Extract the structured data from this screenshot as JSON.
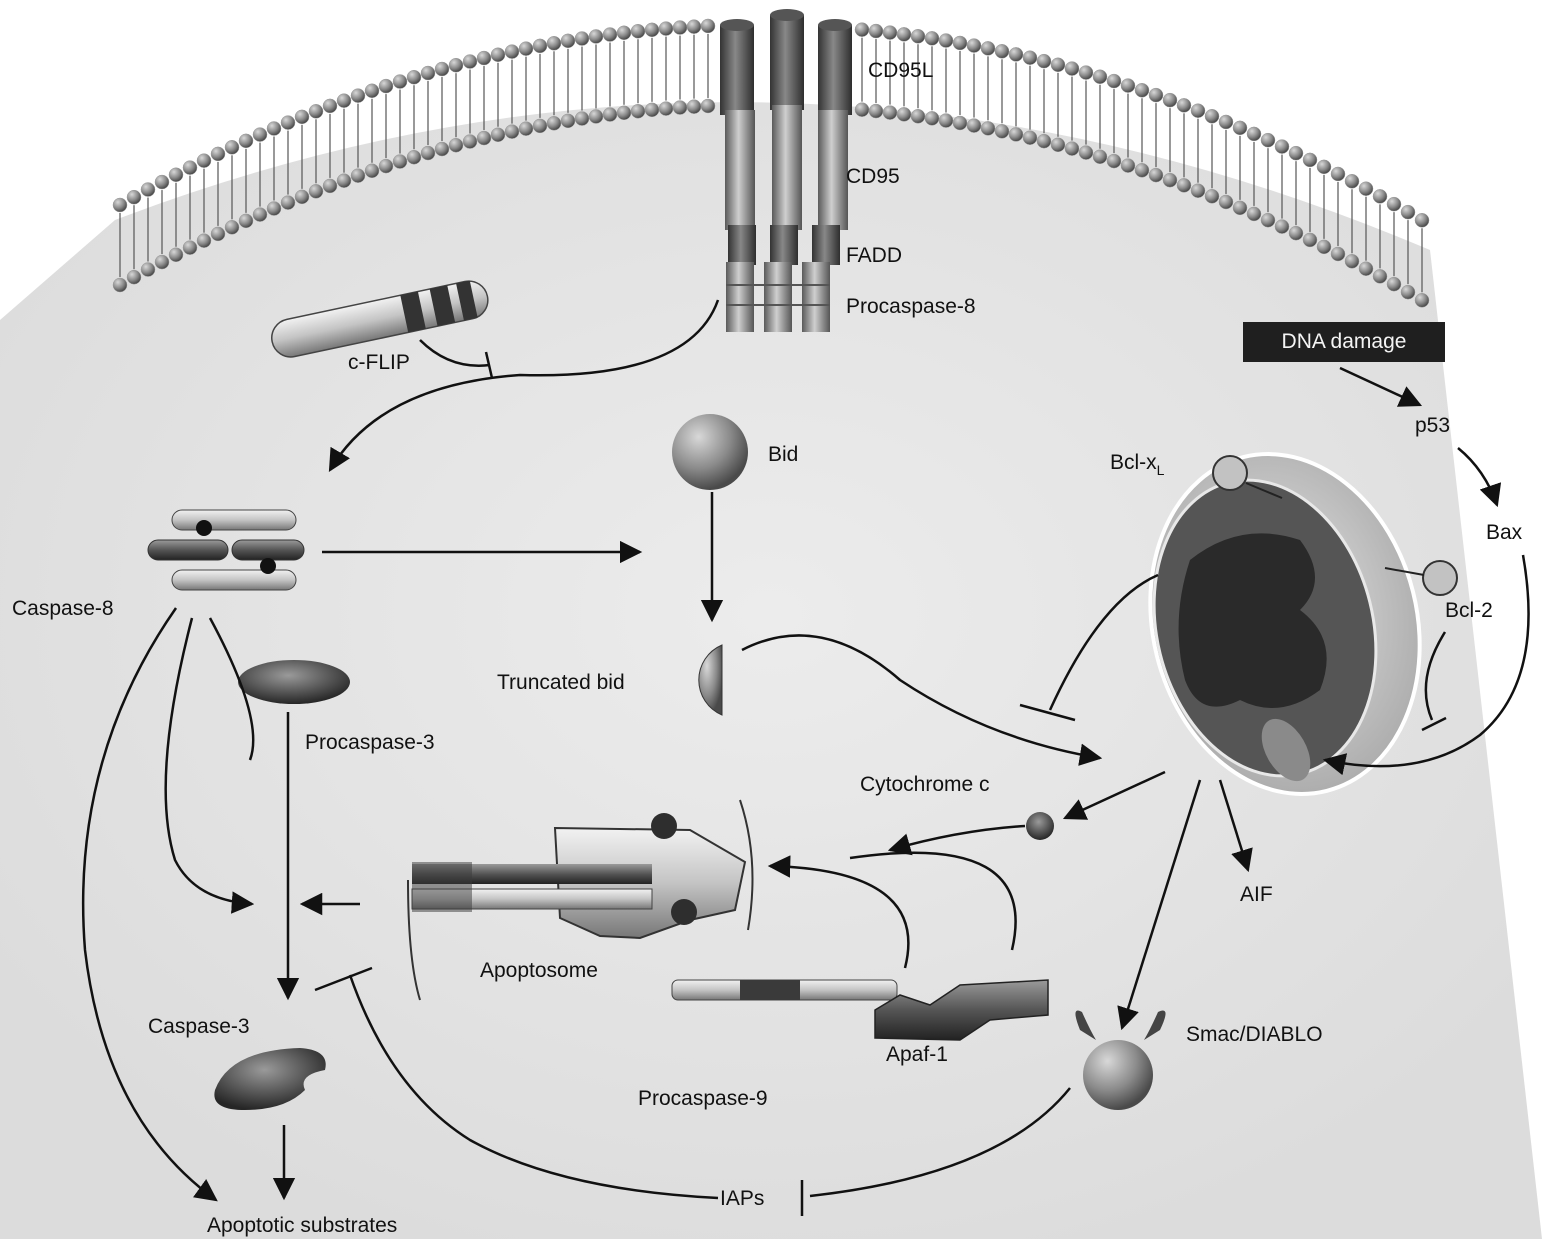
{
  "labels": {
    "cd95l": "CD95L",
    "cd95": "CD95",
    "fadd": "FADD",
    "procaspase8": "Procaspase-8",
    "cflip": "c-FLIP",
    "dna_damage": "DNA damage",
    "p53": "p53",
    "bid": "Bid",
    "bclxl_main": "Bcl-x",
    "bclxl_sub": "L",
    "bax": "Bax",
    "bcl2": "Bcl-2",
    "caspase8": "Caspase-8",
    "truncated_bid": "Truncated bid",
    "procaspase3": "Procaspase-3",
    "cytochrome_c": "Cytochrome c",
    "aif": "AIF",
    "apoptosome": "Apoptosome",
    "caspase3": "Caspase-3",
    "smac": "Smac/DIABLO",
    "apaf1": "Apaf-1",
    "procaspase9": "Procaspase-9",
    "iaps": "IAPs",
    "substrates": "Apoptotic substrates"
  },
  "colors": {
    "membrane_head": "#9a9a9a",
    "cytoplasm": "#e6e6e6",
    "dark": "#3a3a3a",
    "mito_matrix": "#4a4a4a"
  }
}
